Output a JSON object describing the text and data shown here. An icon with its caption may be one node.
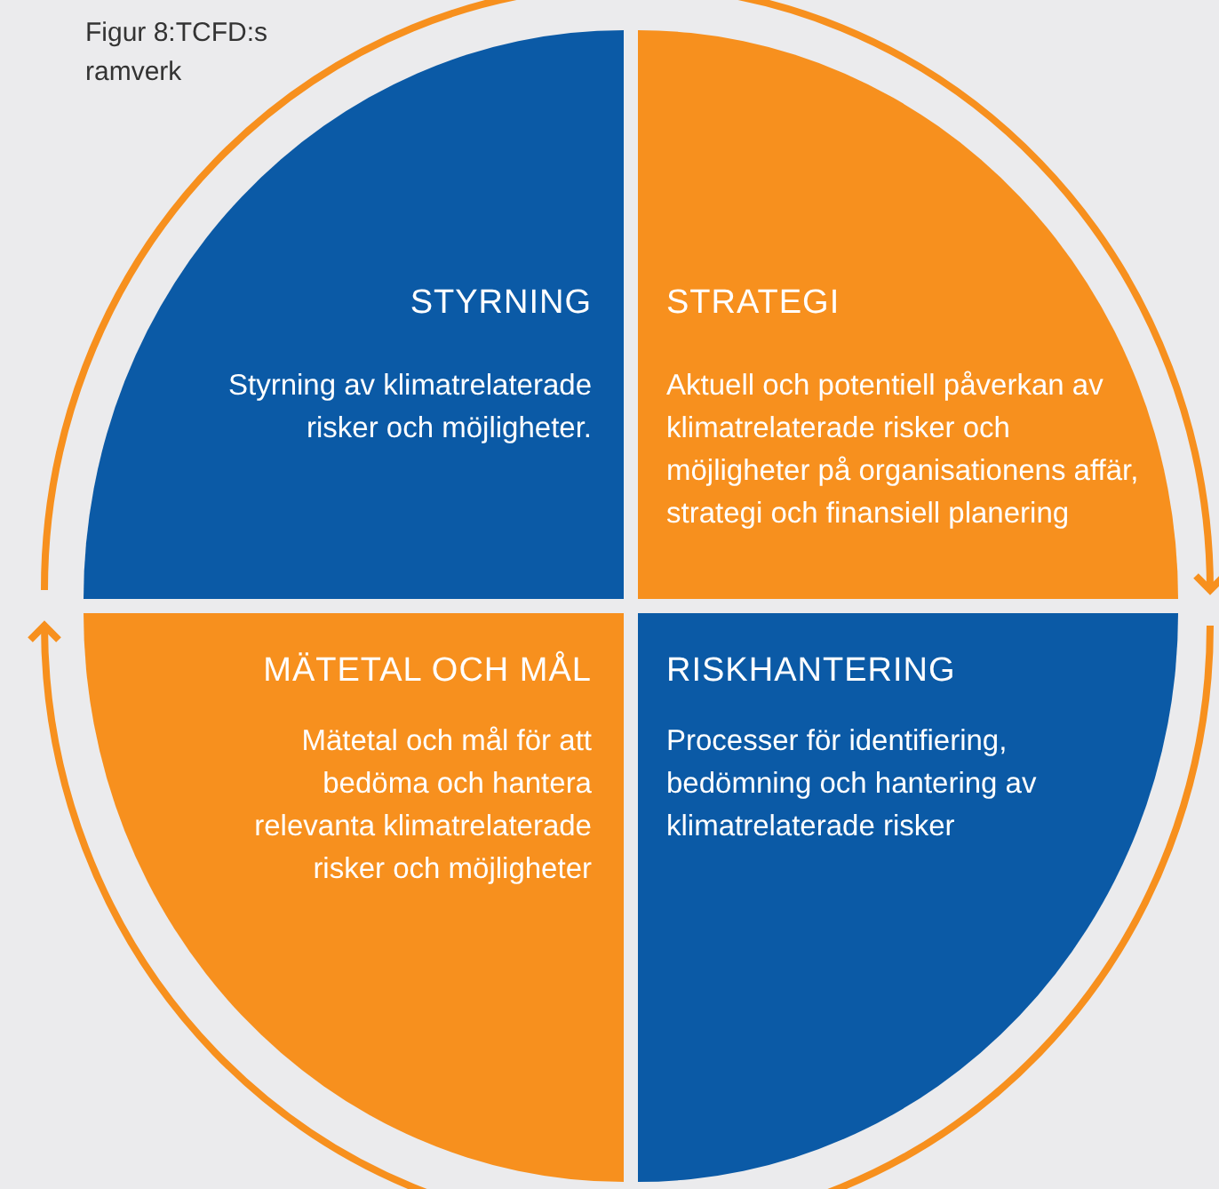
{
  "diagram": {
    "title": "Figur 8:TCFD:s ramverk",
    "nodes": [
      {
        "text": [
          "STYRNING",
          "Styrning av klimatrelaterade risker och möjligheter."
        ]
      },
      {
        "text": [
          "STRATEGI",
          "Aktuell och potentiell påverkan av klimatrelaterade risker och möjligheter på organisationens affär, strategi och finansiell planering"
        ]
      },
      {
        "text": [
          "MÄTETAL OCH MÅL",
          "Mätetal och mål för att bedöma och hantera relevanta klimatrelaterade risker och möjligheter"
        ]
      },
      {
        "text": [
          "RISKHANTERING",
          "Processer för identifiering, bedömning och hantering av klimatrelaterade risker"
        ]
      }
    ]
  }
}
